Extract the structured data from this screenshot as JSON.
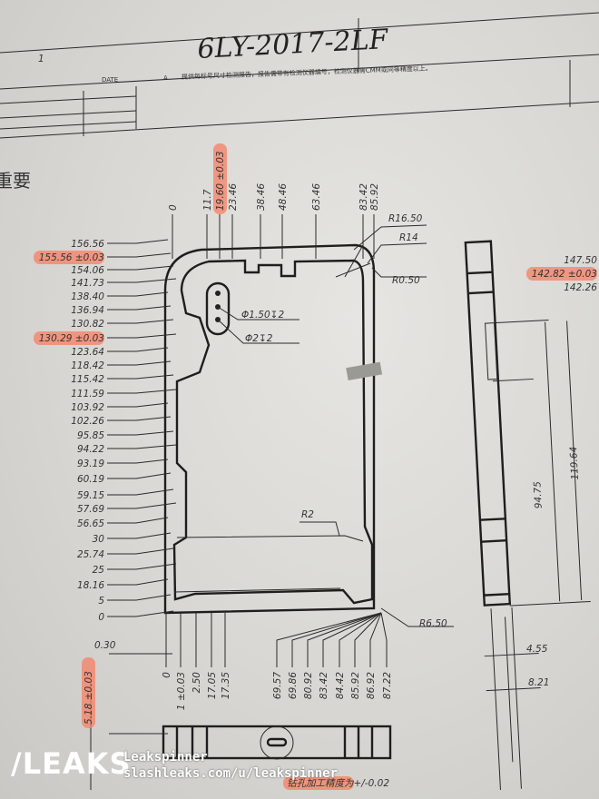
{
  "header": {
    "handwritten_code": "6LY-2017-2LF",
    "rev_number": "1",
    "date_label": "DATE",
    "rev_letter": "A",
    "note": "提供每标号尺寸检测报告，报告需带有检测仪器编号，检测仪器需CMM或同等精度以上。",
    "side_mark": "重要"
  },
  "left_dimensions": [
    "156.56",
    "155.56 ±0.03",
    "154.06",
    "141.73",
    "138.40",
    "136.94",
    "130.82",
    "130.29 ±0.03",
    "123.64",
    "118.42",
    "115.42",
    "111.59",
    "103.92",
    "102.26",
    "95.85",
    "94.22",
    "93.19",
    "60.19",
    "59.15",
    "57.69",
    "56.65",
    "30",
    "25.74",
    "25",
    "18.16",
    "5",
    "0"
  ],
  "left_highlighted": [
    "155.56 ±0.03",
    "130.29 ±0.03"
  ],
  "top_dimensions": [
    "0",
    "11.7",
    "19.60 ±0.03",
    "23.46",
    "38.46",
    "48.46",
    "63.46",
    "83.42",
    "85.92"
  ],
  "top_highlighted": [
    "19.60 ±0.03"
  ],
  "bottom_dimensions": [
    "0",
    "1 ±0.03",
    "2.50",
    "17.05",
    "17.35",
    "69.57",
    "69.86",
    "80.92",
    "83.42",
    "84.42",
    "85.92",
    "86.92",
    "87.22"
  ],
  "callouts": {
    "r16": "R16.50",
    "r14": "R14",
    "r050": "R0.50",
    "hole1": "Φ1.50↧2",
    "hole2": "Φ2↧2",
    "r2": "R2",
    "r650": "R6.50",
    "gap": "0.30",
    "thickness": "5.18 ±0.03",
    "tolerance_note": "钻孔加工精度为+/-0.02"
  },
  "side_view": {
    "top_dims": [
      "147.50",
      "142.82 ±0.03",
      "142.26"
    ],
    "length_long": "119.64",
    "length_short": "94.75",
    "width_inner": "4.55",
    "width_outer": "8.21"
  },
  "watermark": {
    "logo": "/LEAKS",
    "user": "Leakspinner",
    "url": "slashleaks.com/u/leakspinner"
  },
  "colors": {
    "highlight": "#f5846a",
    "ink": "#2a2a2a",
    "paper": "#dedddA"
  }
}
